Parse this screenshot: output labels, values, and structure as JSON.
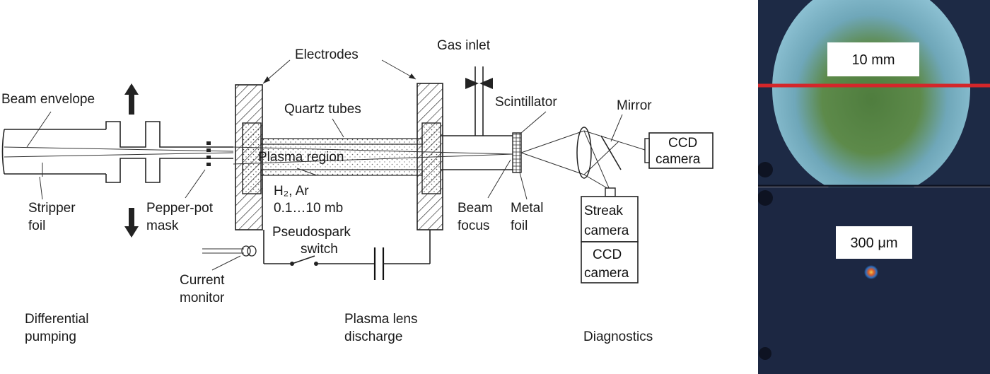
{
  "diagram": {
    "labels": {
      "electrodes": "Electrodes",
      "gas_inlet": "Gas inlet",
      "beam_envelope": "Beam envelope",
      "quartz_tubes": "Quartz tubes",
      "scintillator": "Scintillator",
      "mirror": "Mirror",
      "ccd_camera_line1": "CCD",
      "ccd_camera_line2": "camera",
      "plasma_region": "Plasma region",
      "gas_line1": "H₂, Ar",
      "gas_line2": "0.1…10 mb",
      "stripper_line1": "Stripper",
      "stripper_line2": "foil",
      "pepper_line1": "Pepper-pot",
      "pepper_line2": "mask",
      "beam_focus_line1": "Beam",
      "beam_focus_line2": "focus",
      "metal_foil_line1": "Metal",
      "metal_foil_line2": "foil",
      "streak_line1": "Streak",
      "streak_line2": "camera",
      "ccd2_line1": "CCD",
      "ccd2_line2": "camera",
      "pseudospark_line1": "Pseudospark",
      "pseudospark_line2": "switch",
      "current_line1": "Current",
      "current_line2": "monitor",
      "diff_line1": "Differential",
      "diff_line2": "pumping",
      "plasma_lens_line1": "Plasma lens",
      "plasma_lens_line2": "discharge",
      "diagnostics": "Diagnostics"
    }
  },
  "photos": {
    "top_scale": "10 mm",
    "bottom_scale": "300 μm",
    "colors": {
      "background": "#1e2a44",
      "beam_glow": "#7fb3c9",
      "beam_core": "#5d8a4a",
      "marker_line": "#d4262a"
    }
  }
}
